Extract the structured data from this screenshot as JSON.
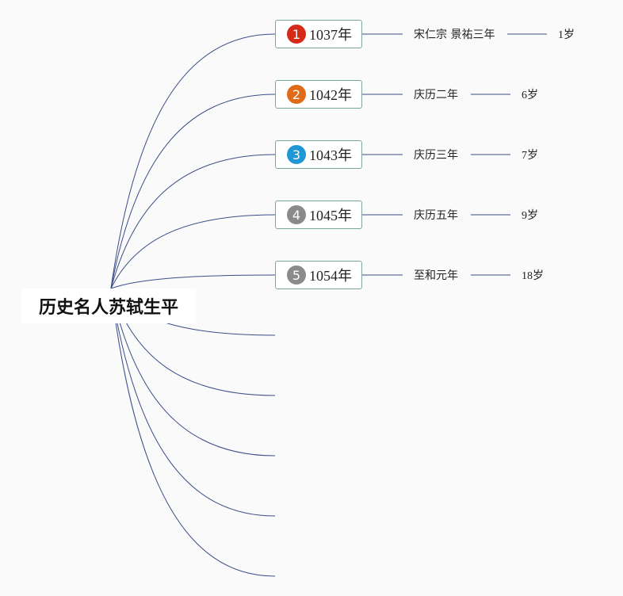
{
  "root": {
    "title": "历史名人苏轼生平"
  },
  "colors": {
    "line": "#3b4d87",
    "node_border": "#7aa79d"
  },
  "events": [
    {
      "badge": "1",
      "badge_color": "#d42a17",
      "year": "1037年",
      "era": "宋仁宗 景祐三年",
      "age": "1岁"
    },
    {
      "badge": "2",
      "badge_color": "#e06a17",
      "year": "1042年",
      "era": "庆历二年",
      "age": "6岁"
    },
    {
      "badge": "3",
      "badge_color": "#1f97d4",
      "year": "1043年",
      "era": "庆历三年",
      "age": "7岁"
    },
    {
      "badge": "4",
      "badge_color": "#8a8a8a",
      "year": "1045年",
      "era": "庆历五年",
      "age": "9岁"
    },
    {
      "badge": "5",
      "badge_color": "#8a8a8a",
      "year": "1054年",
      "era": "至和元年",
      "age": "18岁"
    }
  ],
  "empty_branches": 5
}
